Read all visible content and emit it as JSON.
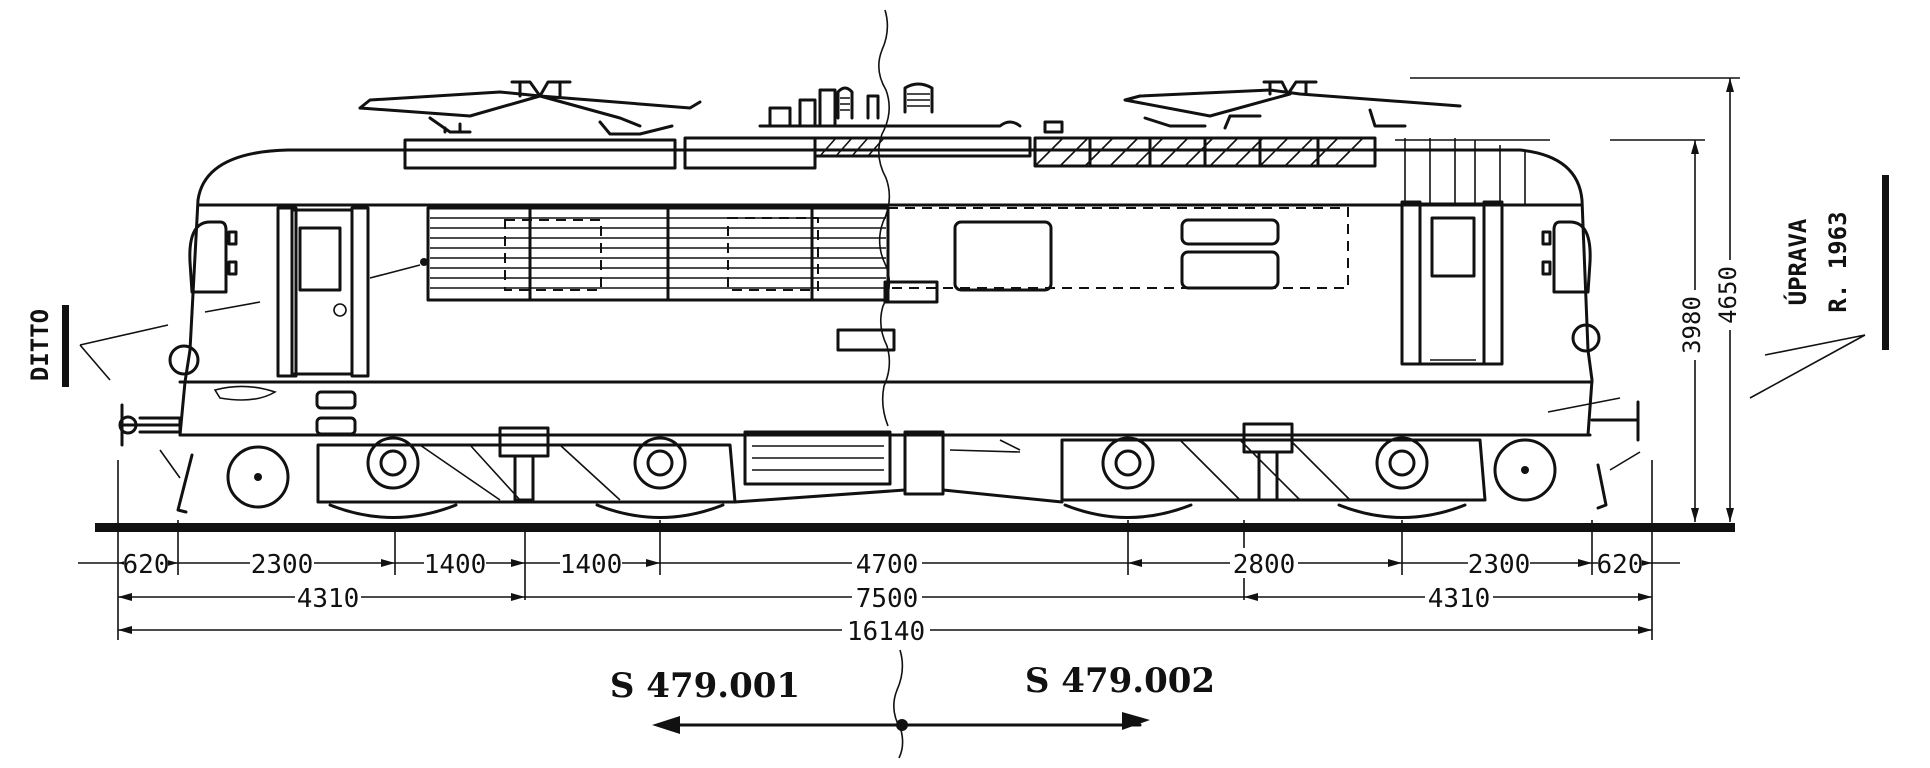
{
  "labels": {
    "left_side_note": "DITTO",
    "right_side_note_line1": "ÚPRAVA",
    "right_side_note_line2": "R. 1963"
  },
  "dimensions": {
    "height_inner": "3980",
    "height_outer": "4650",
    "row1": [
      "620",
      "2300",
      "1400",
      "1400",
      "4700",
      "2800",
      "2300",
      "620"
    ],
    "row2": [
      "4310",
      "7500",
      "4310"
    ],
    "overall": "16140"
  },
  "models": {
    "left": "S 479.001",
    "right": "S 479.002"
  }
}
